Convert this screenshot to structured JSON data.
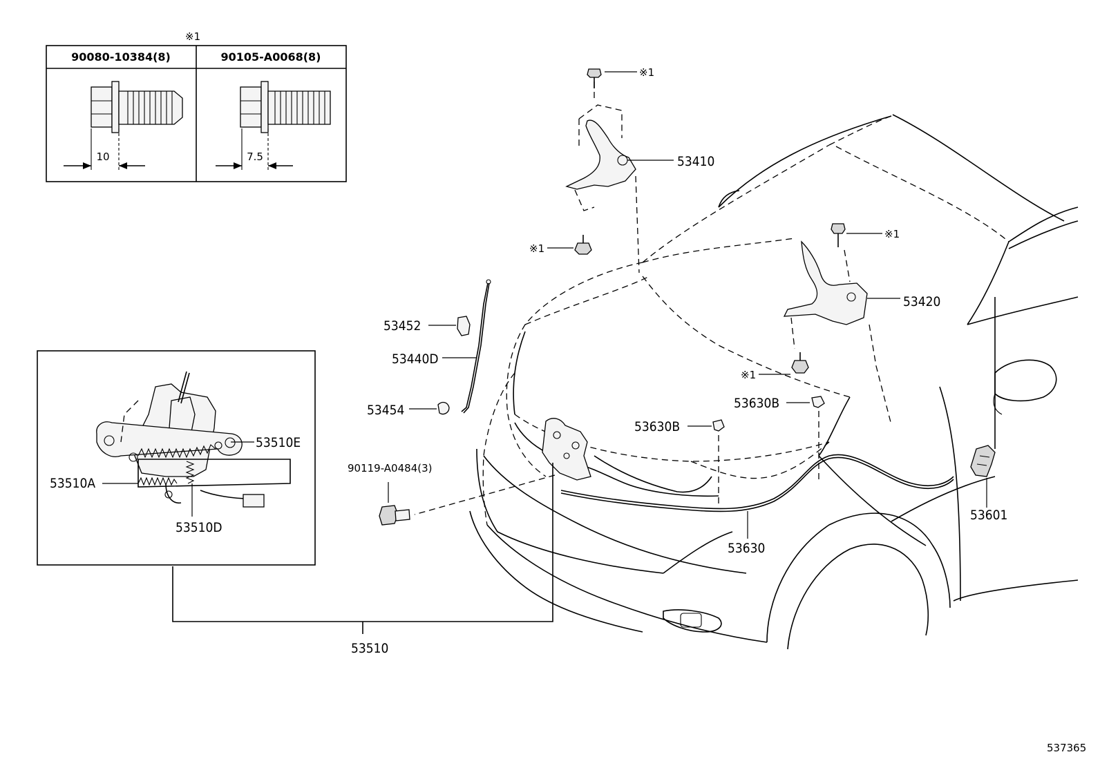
{
  "table": {
    "note_mark": "※1",
    "col1_header": "90080-10384(8)",
    "col2_header": "90105-A0068(8)",
    "col1_dim": "10",
    "col2_dim": "7.5"
  },
  "labels": {
    "p53410": "53410",
    "p53420": "53420",
    "p53452": "53452",
    "p53440d": "53440D",
    "p53454": "53454",
    "p90119": "90119-A0484(3)",
    "p53630b_left": "53630B",
    "p53630b_right": "53630B",
    "p53630": "53630",
    "p53601": "53601",
    "p53510e": "53510E",
    "p53510a": "53510A",
    "p53510d": "53510D",
    "p53510": "53510",
    "note_top_bolt": "※1",
    "note_left_bolt": "※1",
    "note_right_top_bolt": "※1",
    "note_right_bottom_bolt": "※1"
  },
  "footer": {
    "diagram_id": "537365"
  }
}
